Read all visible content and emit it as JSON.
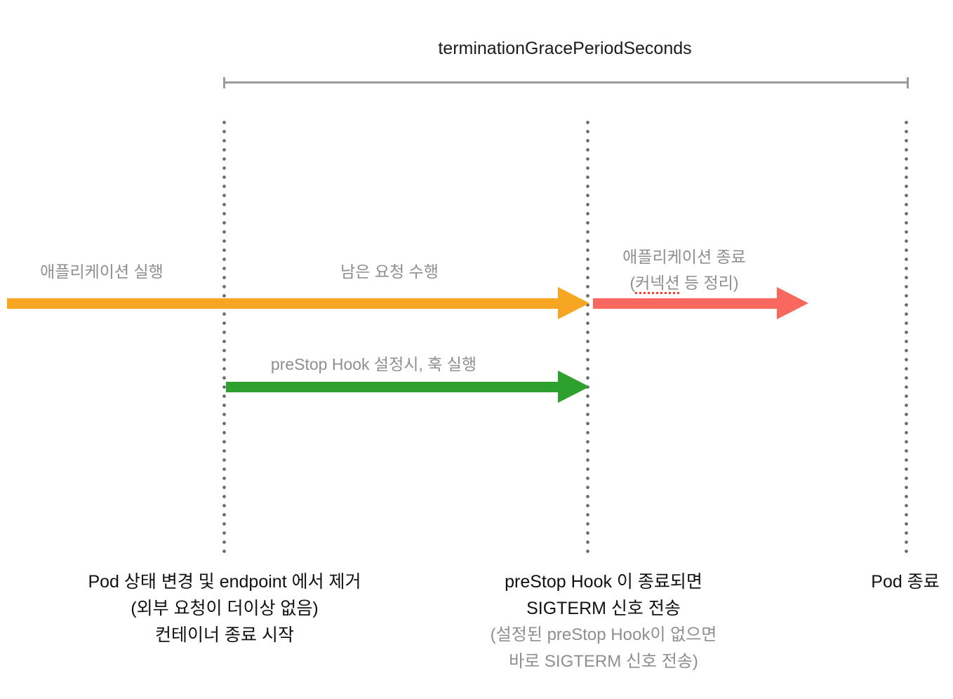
{
  "title": "terminationGracePeriodSeconds",
  "colors": {
    "orange": "#F6A623",
    "red": "#F9685F",
    "green": "#2DA02D",
    "gray_text": "#8E8E93",
    "line_gray": "#9B9B9B",
    "dot_gray": "#6B6B6B"
  },
  "arrows": {
    "app_run": {
      "label": "애플리케이션 실행"
    },
    "remaining_requests": {
      "label": "남은 요청 수행"
    },
    "app_shutdown": {
      "line1": "애플리케이션 종료",
      "line2_open": "(",
      "line2_underlined": "커넥션",
      "line2_rest": " 등 정리)"
    },
    "prestop_hook": {
      "label": "preStop Hook 설정시, 훅 실행"
    }
  },
  "milestones": {
    "first": {
      "lines": [
        "Pod 상태 변경 및 endpoint 에서 제거",
        "(외부 요청이 더이상 없음)",
        "컨테이너 종료 시작"
      ]
    },
    "second": {
      "black_lines": [
        "preStop Hook 이 종료되면",
        "SIGTERM 신호 전송"
      ],
      "gray_lines": [
        "(설정된 preStop Hook이 없으면",
        "바로 SIGTERM 신호 전송)"
      ]
    },
    "third": {
      "label": "Pod 종료"
    }
  }
}
